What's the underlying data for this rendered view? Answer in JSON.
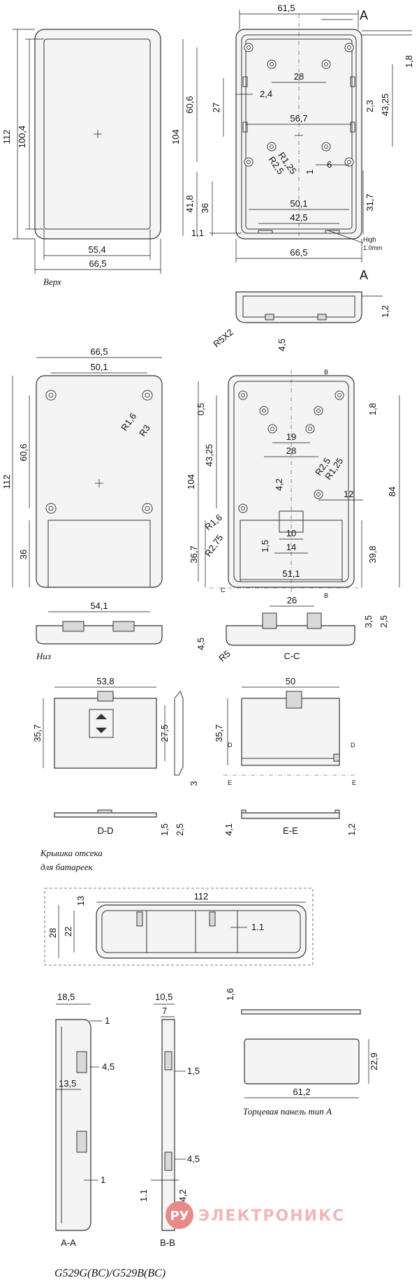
{
  "views": {
    "top": {
      "caption": "Верх",
      "dims": {
        "width_outer": "66,5",
        "width_inner": "55,4",
        "height_outer": "112",
        "height_inner": "100,4"
      }
    },
    "section_a": {
      "marker": "A",
      "dims": {
        "top_width": "61,5",
        "d_1_8": "1,8",
        "d_28": "28",
        "d_2_4": "2,4",
        "d_60_6": "60,6",
        "d_27": "27",
        "d_2_3": "2,3",
        "d_43_25": "43,25",
        "d_56_7": "56,7",
        "d_104": "104",
        "d_r1_25": "R1,25",
        "d_r2_5": "R2,5",
        "d_6": "6",
        "d_1a": "1",
        "d_41_8": "41,8",
        "d_36": "36",
        "d_50_1": "50,1",
        "d_31_7": "31,7",
        "d_42_5": "42,5",
        "d_1_1": "1,1",
        "d_66_5": "66,5",
        "high_note_1": "High",
        "high_note_2": "1.0mm"
      }
    },
    "side_a": {
      "dims": {
        "d_1_2": "1,2",
        "d_r5x2": "R5X2",
        "d_4_5": "4,5"
      }
    },
    "bottom": {
      "caption": "Низ",
      "dims": {
        "d_66_5": "66,5",
        "d_50_1": "50,1",
        "d_r1_6": "R1,6",
        "d_r3": "R3",
        "d_112": "112",
        "d_60_6": "60,6",
        "d_36": "36",
        "d_54_1": "54,1"
      }
    },
    "section_b": {
      "marker_b": "B",
      "marker_c": "C",
      "dims": {
        "d_0_5": "0,5",
        "d_1_8": "1,8",
        "d_43_25": "43,25",
        "d_19": "19",
        "d_28": "28",
        "d_104": "104",
        "d_r2_5": "R2,5",
        "d_r1_25": "R1,25",
        "d_4_2": "4,2",
        "d_12": "12",
        "d_84": "84",
        "d_r1_6": "R1,6",
        "d_r2_75": "R2,75",
        "d_36_7": "36,7",
        "d_1_5": "1,5",
        "d_10": "10",
        "d_14": "14",
        "d_39_8": "39,8",
        "d_51_1": "51,1"
      }
    },
    "section_cc": {
      "label": "C-C",
      "dims": {
        "d_26": "26",
        "d_3_5": "3,5",
        "d_2_5": "2,5",
        "d_4_5": "4,5",
        "d_r5": "R5"
      }
    },
    "battery_cover": {
      "caption_1": "Крышка отсека",
      "caption_2": "для батареек",
      "dims": {
        "d_53_8": "53,8",
        "d_35_7": "35,7",
        "d_27_5": "27,5",
        "d_3": "3",
        "d_1_5": "1,5",
        "d_2_5": "2,5"
      },
      "label_dd": "D-D"
    },
    "cover_ee": {
      "label": "E-E",
      "marker_d": "D",
      "marker_e": "E",
      "dims": {
        "d_50": "50",
        "d_35_7": "35,7",
        "d_4_1": "4,1",
        "d_1_2": "1,2"
      }
    },
    "long_side": {
      "dims": {
        "d_13": "13",
        "d_112": "112",
        "d_28": "28",
        "d_22": "22",
        "d_1_1": "1.1"
      }
    },
    "section_aa": {
      "label": "A-A",
      "dims": {
        "d_18_5": "18,5",
        "d_1": "1",
        "d_4_5": "4,5",
        "d_13_5": "13,5",
        "d_1b": "1"
      }
    },
    "section_bb": {
      "label": "B-B",
      "dims": {
        "d_10_5": "10,5",
        "d_7": "7",
        "d_1_5": "1,5",
        "d_4_5": "4,5",
        "d_1_1": "1.1",
        "d_4_2": "4,2"
      }
    },
    "end_panel": {
      "caption": "Торцевая панель тип А",
      "dims": {
        "d_1_6": "1,6",
        "d_22_9": "22,9",
        "d_61_2": "61,2"
      }
    }
  },
  "model": "G529G(BC)/G529B(BC)",
  "watermark": {
    "badge": "РУ",
    "text": "ЭЛЕКТРОНИКС"
  },
  "colors": {
    "line": "#333333",
    "fill": "#f4f4f4",
    "watermark": "#f3b6b6",
    "badge": "#e88a8a"
  }
}
